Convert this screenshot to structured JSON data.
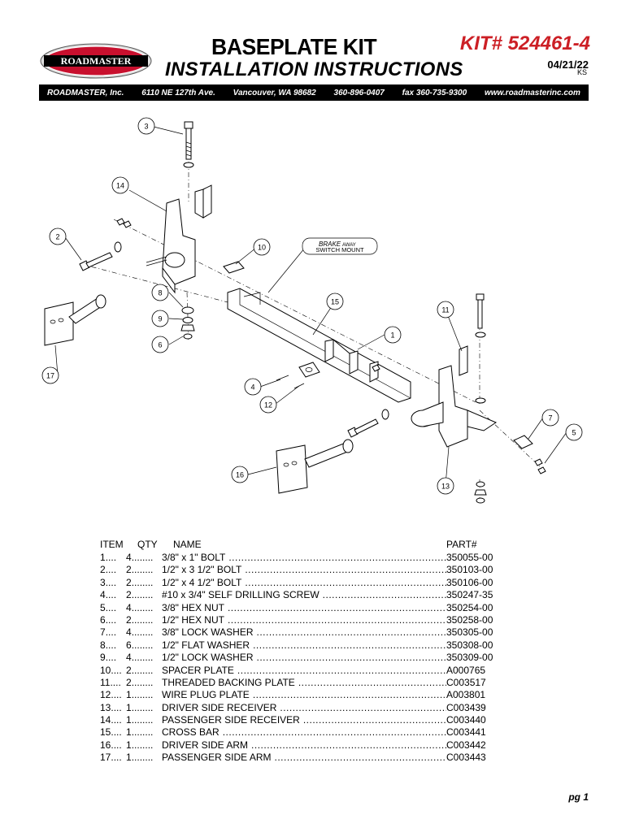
{
  "header": {
    "brand": "ROADMASTER",
    "title": "BASEPLATE KIT",
    "subtitle": "INSTALLATION INSTRUCTIONS",
    "kit": "KIT# 524461-4",
    "date": "04/21/22",
    "initials": "KS"
  },
  "contact_bar": {
    "company": "ROADMASTER, Inc.",
    "address": "6110 NE 127th Ave.",
    "city": "Vancouver, WA 98682",
    "phone": "360-896-0407",
    "fax": "fax 360-735-9300",
    "website": "www.roadmasterinc.com"
  },
  "diagram": {
    "callouts": [
      "1",
      "2",
      "3",
      "4",
      "5",
      "6",
      "7",
      "8",
      "9",
      "10",
      "11",
      "12",
      "13",
      "14",
      "15",
      "16",
      "17"
    ],
    "switch_label_1": "BRAKE",
    "switch_label_1b": "AWAY",
    "switch_label_2": "SWITCH MOUNT"
  },
  "parts_table": {
    "headers": {
      "item": "ITEM",
      "qty": "QTY",
      "name": "NAME",
      "part": "PART#"
    },
    "rows": [
      {
        "item": "1",
        "qty": "4",
        "name": "3/8\" x 1\" BOLT",
        "part": "350055-00"
      },
      {
        "item": "2",
        "qty": "2",
        "name": "1/2\" x 3 1/2\" BOLT",
        "part": "350103-00"
      },
      {
        "item": "3",
        "qty": "2",
        "name": "1/2\" x 4 1/2\" BOLT",
        "part": "350106-00"
      },
      {
        "item": "4",
        "qty": "2",
        "name": "#10 x 3/4\" SELF DRILLING SCREW",
        "part": "350247-35"
      },
      {
        "item": "5",
        "qty": "4",
        "name": "3/8\" HEX NUT",
        "part": "350254-00"
      },
      {
        "item": "6",
        "qty": "2",
        "name": "1/2\" HEX NUT",
        "part": "350258-00"
      },
      {
        "item": "7",
        "qty": "4",
        "name": "3/8\" LOCK WASHER",
        "part": "350305-00"
      },
      {
        "item": "8",
        "qty": "6",
        "name": "1/2\" FLAT WASHER",
        "part": "350308-00"
      },
      {
        "item": "9",
        "qty": "4",
        "name": "1/2\" LOCK WASHER",
        "part": "350309-00"
      },
      {
        "item": "10",
        "qty": "2",
        "name": "SPACER PLATE",
        "part": "A000765"
      },
      {
        "item": "11",
        "qty": "2",
        "name": "THREADED BACKING PLATE",
        "part": "C003517"
      },
      {
        "item": "12",
        "qty": "1",
        "name": "WIRE PLUG PLATE",
        "part": "A003801"
      },
      {
        "item": "13",
        "qty": "1",
        "name": "DRIVER SIDE RECEIVER",
        "part": "C003439"
      },
      {
        "item": "14",
        "qty": "1",
        "name": "PASSENGER SIDE RECEIVER",
        "part": "C003440"
      },
      {
        "item": "15",
        "qty": "1",
        "name": "CROSS BAR",
        "part": "C003441"
      },
      {
        "item": "16",
        "qty": "1",
        "name": "DRIVER SIDE ARM",
        "part": "C003442"
      },
      {
        "item": "17",
        "qty": "1",
        "name": "PASSENGER SIDE ARM",
        "part": "C003443"
      }
    ]
  },
  "footer": {
    "page": "pg 1"
  },
  "colors": {
    "kit_red": "#cc1f25",
    "logo_red": "#c8102e"
  }
}
